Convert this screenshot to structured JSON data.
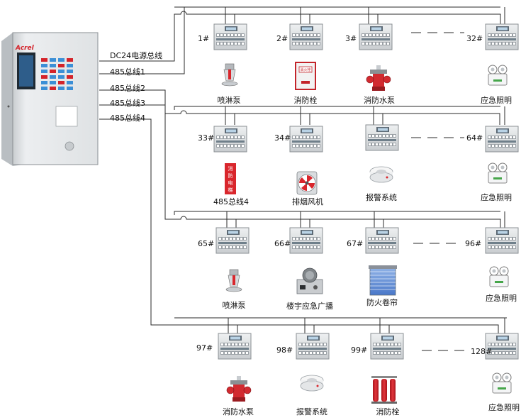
{
  "cabinet": {
    "panel_title": "",
    "brand": "Acrel",
    "maker_caption": ""
  },
  "buses": {
    "dc24": "DC24电源总线",
    "b1": "485总线1",
    "b2": "485总线2",
    "b3": "485总线3",
    "b4": "485总线4"
  },
  "rows": [
    {
      "modules": [
        "1#",
        "2#",
        "3#",
        "32#"
      ],
      "devices": [
        "喷淋泵",
        "消防栓",
        "消防水泵",
        "应急照明"
      ]
    },
    {
      "modules": [
        "33#",
        "34#",
        "",
        "64#"
      ],
      "devices": [
        "485总线4",
        "排烟风机",
        "报警系统",
        "应急照明"
      ]
    },
    {
      "modules": [
        "65#",
        "66#",
        "67#",
        "96#"
      ],
      "devices": [
        "喷淋泵",
        "楼宇应急广播",
        "防火卷帘",
        "应急照明"
      ]
    },
    {
      "modules": [
        "97#",
        "98#",
        "99#",
        "128#"
      ],
      "devices": [
        "消防水泵",
        "报警系统",
        "消防栓",
        "应急照明"
      ]
    }
  ],
  "device_pictures": {
    "row1": [
      "sprinkler-head-icon",
      "hydrant-box-icon",
      "fire-pump-icon",
      "emergency-light-icon"
    ],
    "row2": [
      "hydrant-sign-icon",
      "exhaust-fan-icon",
      "smoke-detector-icon",
      "emergency-light-icon"
    ],
    "row3": [
      "sprinkler-head-icon",
      "broadcast-amplifier-icon",
      "fire-shutter-icon",
      "emergency-light-icon"
    ],
    "row4": [
      "fire-pump-icon",
      "smoke-detector-icon",
      "gas-cylinder-icon",
      "emergency-light-icon"
    ]
  },
  "colors": {
    "line": "#2a2a2a",
    "cabinet": "#e7e9ea",
    "module": "#d9dcde",
    "accent_red": "#d4232a",
    "lcd": "#3c8fd6"
  }
}
